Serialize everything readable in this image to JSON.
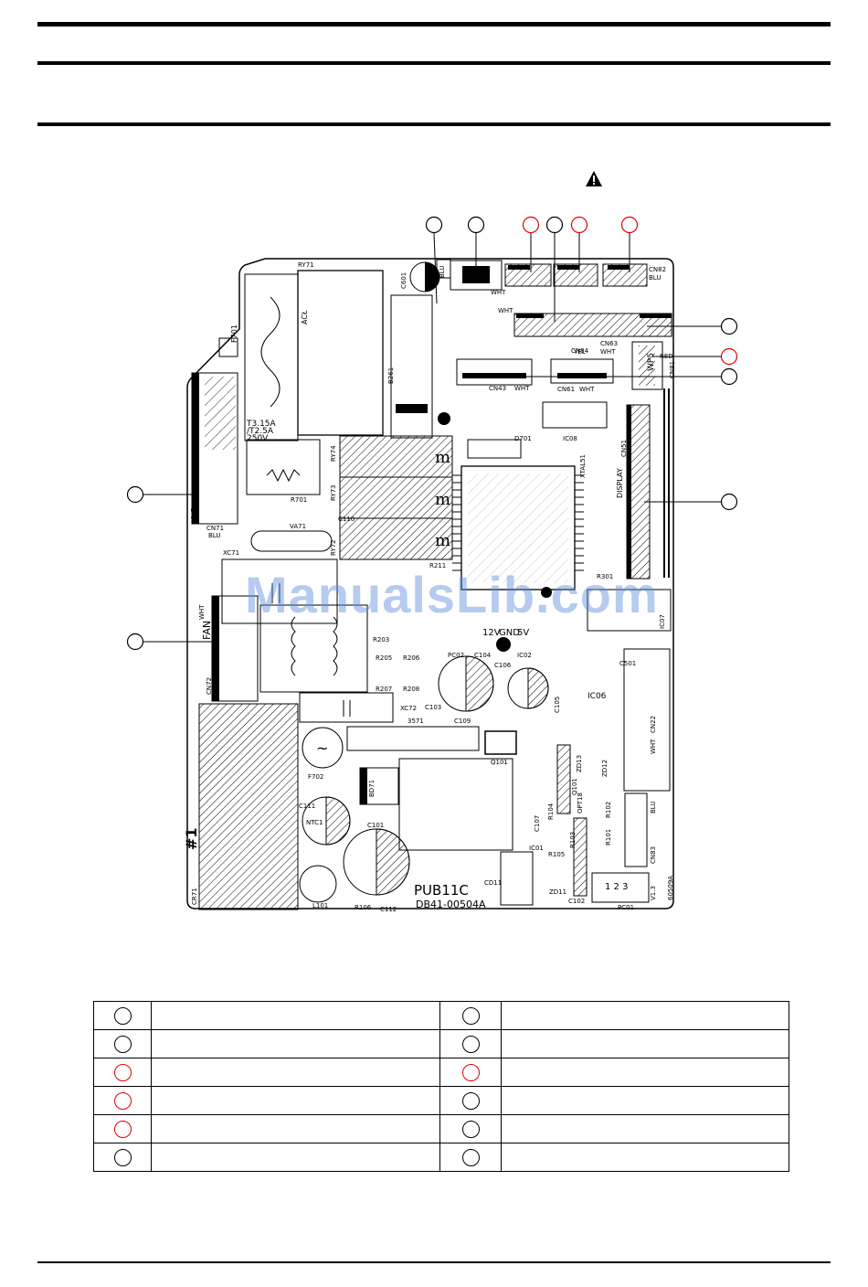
{
  "pcb": {
    "labels": {
      "cn_blu_top": "BLU",
      "cn82": "CN82",
      "blu_cn82": "BLU",
      "wht_a": "WHT",
      "wht_b": "WHT",
      "cn63": "CN63",
      "yel": "YEL",
      "cn84": "CN84",
      "yel2": "YEL",
      "cn43": "CN43",
      "wht_cn43": "WHT",
      "cn61": "CN61",
      "wht_cn61": "WHT",
      "wp5": "WP5",
      "red": "RED",
      "cn81": "CN81",
      "ry71": "RY71",
      "f701": "F701",
      "fuse_rating1": "T3.15A",
      "fuse_rating2": "/T2.5A",
      "fuse_rating3": "250V",
      "r701": "R701",
      "va71": "VA71",
      "xc71": "XC71",
      "ac": "AC",
      "cn71": "CN71",
      "blu_cn71": "BLU",
      "fan": "FAN",
      "wht_fan": "WHT",
      "cn72": "CN72",
      "ry74": "RY74",
      "ry73": "RY73",
      "ry72": "RY72",
      "c110": "C110",
      "c601": "C601",
      "b261": "B261",
      "acsl": "ACŁ",
      "d701": "D701",
      "ic08": "IC08",
      "xtal51": "XTAL51",
      "display": "DISPLAY",
      "cn51": "CN51",
      "r301": "R301",
      "ic07": "IC07",
      "r211": "R211",
      "r203": "R203",
      "r205": "R205",
      "r206": "R206",
      "r207": "R207",
      "r208": "R208",
      "pc02": "PC02",
      "c104": "C104",
      "ic02": "IC02",
      "v12": "12V",
      "gnd": "GND",
      "v5": "5V",
      "c105": "C105",
      "c103": "C103",
      "c109": "C109",
      "xc72": "XC72",
      "ic06": "IC06",
      "c106": "C106",
      "c501": "C501",
      "cn22": "CN22",
      "wht_cn22": "WHT",
      "f702": "F702",
      "bd71": "BD71",
      "q101": "Q101",
      "zd13": "ZD13",
      "zd12": "ZD12",
      "q101b": "Q101",
      "ntc1": "NTC1",
      "c111": "C111",
      "c101": "C101",
      "c107": "C107",
      "r104": "R104",
      "opt18": "OPT18",
      "r102": "R102",
      "r101": "R101",
      "r103": "R103",
      "r105": "R105",
      "ic01": "IC01",
      "cd11": "CD11",
      "zd11": "ZD11",
      "c102": "C102",
      "pc01": "PC01",
      "cn83": "CN83",
      "blu_cn83": "BLU",
      "cr71": "CR71",
      "l101": "L101",
      "r106": "R106",
      "c112": "C112",
      "hash1": "#1",
      "pub": "PUB11C",
      "partno": "DB41-00504A",
      "ver": "V1.3",
      "code": "60509A",
      "pin123": "1 2 3",
      "c3571": "3571"
    }
  },
  "watermark": "ManualsLib.com",
  "legend": {
    "rows": [
      {
        "left": "",
        "right": "",
        "left_red": false,
        "right_red": false
      },
      {
        "left": "",
        "right": "",
        "left_red": false,
        "right_red": false
      },
      {
        "left": "",
        "right": "",
        "left_red": true,
        "right_red": true
      },
      {
        "left": "",
        "right": "",
        "left_red": true,
        "right_red": false
      },
      {
        "left": "",
        "right": "",
        "left_red": true,
        "right_red": false
      },
      {
        "left": "",
        "right": "",
        "left_red": false,
        "right_red": false
      }
    ]
  }
}
